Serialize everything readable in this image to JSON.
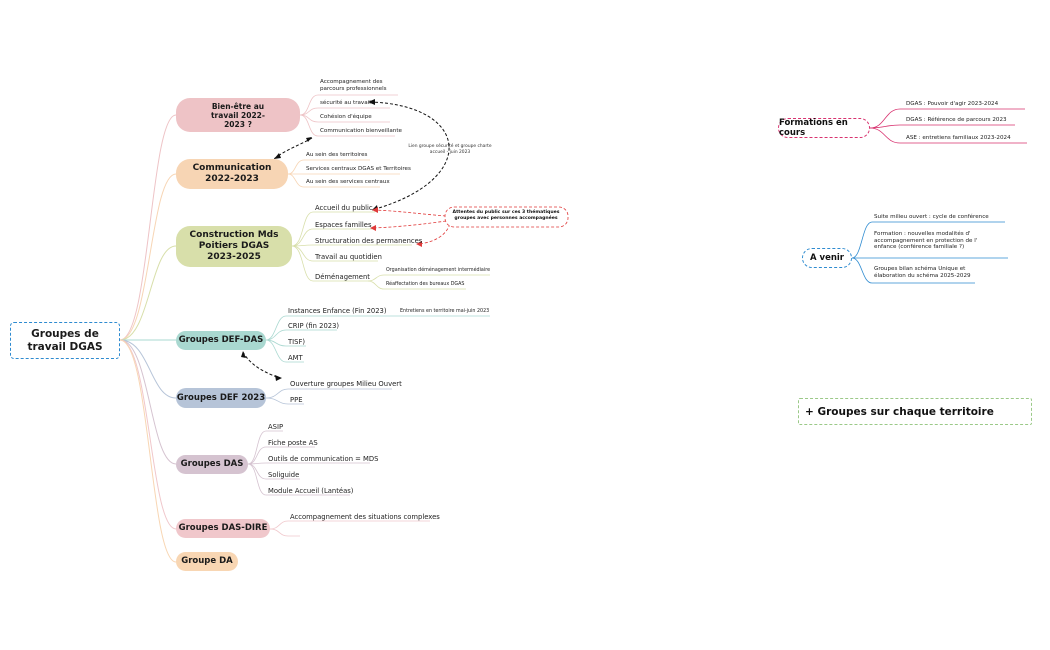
{
  "root": "Groupes de travail DGAS",
  "colors": {
    "pink": "#eec3c6",
    "peach": "#f7d5b4",
    "olive": "#d8dfaa",
    "teal": "#a9d8d0",
    "steel": "#b6c4d8",
    "mauve": "#d5c3d0",
    "rose": "#f0c7cb",
    "peach2": "#f8d6b3",
    "red_dash": "#e03a3a",
    "blue_dash": "#2e8bd0",
    "green_dash": "#9bc988",
    "magenta_dash": "#d8326f"
  },
  "branches": {
    "bienetre": {
      "label": "Bien-être au travail 2022-2023 ?",
      "items": [
        "Accompagnement des parcours professionnels",
        "sécurité au travail",
        "Cohésion d'équipe",
        "Communication bienveillante"
      ]
    },
    "communication": {
      "label": "Communication 2022-2023",
      "items": [
        "Au sein des territoires",
        "Services centraux DGAS et Territoires",
        "Au sein des services centraux"
      ]
    },
    "construction": {
      "label": "Construction Mds Poitiers DGAS 2023-2025",
      "items": [
        "Accueil du public",
        "Espaces familles",
        "Structuration des permanences",
        "Travail au quotidien",
        "Déménagement"
      ],
      "demenagement_items": [
        "Organisation déménagement intermédiaire",
        "Réaffectation des bureaux DGAS"
      ]
    },
    "defdas": {
      "label": "Groupes DEF-DAS",
      "items": [
        "Instances Enfance (Fin 2023)",
        "CRIP (fin 2023)",
        "TISF)",
        "AMT"
      ],
      "instances_note": "Entretiens en territoire mai-juin 2023"
    },
    "def2023": {
      "label": "Groupes DEF 2023",
      "items": [
        "Ouverture groupes Milieu Ouvert",
        "PPE"
      ]
    },
    "das": {
      "label": "Groupes DAS",
      "items": [
        "ASIP",
        "Fiche poste AS",
        "Outils de communication = MDS",
        "Soliguide",
        "Module Accueil (Lantéas)"
      ]
    },
    "dasdire": {
      "label": "Groupes DAS-DIRE",
      "items": [
        "Accompagnement des situations complexes"
      ]
    },
    "da": {
      "label": "Groupe DA"
    }
  },
  "notes": {
    "lien": "Lien groupe sécurité et groupe charte accueil - juin 2023",
    "attentes": "Attentes du public sur ces 3 thématiques groupes avec personnes accompagnées"
  },
  "formations": {
    "label": "Formations en cours",
    "items": [
      "DGAS : Pouvoir d'agir 2023-2024",
      "DGAS : Référence de parcours 2023",
      "ASE : entretiens familiaux 2023-2024"
    ]
  },
  "avenir": {
    "label": "A venir",
    "items": [
      "Suite milieu ouvert : cycle de conférence",
      "Formation : nouvelles modalités d' accompagnement en protection de l' enfance (conférence familiale ?)",
      "Groupes bilan schéma Unique et élaboration du schéma 2025-2029"
    ]
  },
  "territoire": "+ Groupes sur chaque territoire"
}
